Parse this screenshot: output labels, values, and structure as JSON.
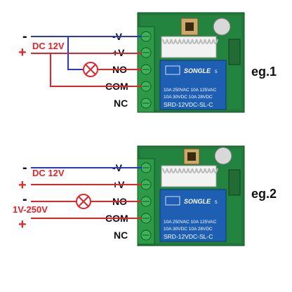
{
  "examples": [
    {
      "id": "eg1",
      "label": "eg.1",
      "supply": {
        "voltage": "DC 12V",
        "minus": "-",
        "plus": "+"
      },
      "load_supply": null,
      "terminals": [
        "-V",
        "+V",
        "NO",
        "COM",
        "NC"
      ],
      "relay": {
        "brand": "SONGLE",
        "line1": "10A 250VAC   10A 125VAC",
        "line2": "10A 30VDC    10A 28VDC",
        "model": "SRD-12VDC-SL-C",
        "pin_num": "5"
      }
    },
    {
      "id": "eg2",
      "label": "eg.2",
      "supply": {
        "voltage": "DC 12V",
        "minus": "-",
        "plus": "+"
      },
      "load_supply": {
        "voltage": "1V-250V",
        "minus": "-",
        "plus": "+"
      },
      "terminals": [
        "-V",
        "+V",
        "NO",
        "COM",
        "NC"
      ],
      "relay": {
        "brand": "SONGLE",
        "line1": "10A 250VAC   10A 125VAC",
        "line2": "10A 30VDC    10A 28VDC",
        "model": "SRD-12VDC-SL-C",
        "pin_num": "5"
      }
    }
  ],
  "colors": {
    "positive_wire": "#e0242a",
    "negative_wire": "#2a35c9",
    "pcb": "#1f7a3a",
    "terminal_block": "#2e9a48",
    "relay_body": "#1e5fb4"
  }
}
